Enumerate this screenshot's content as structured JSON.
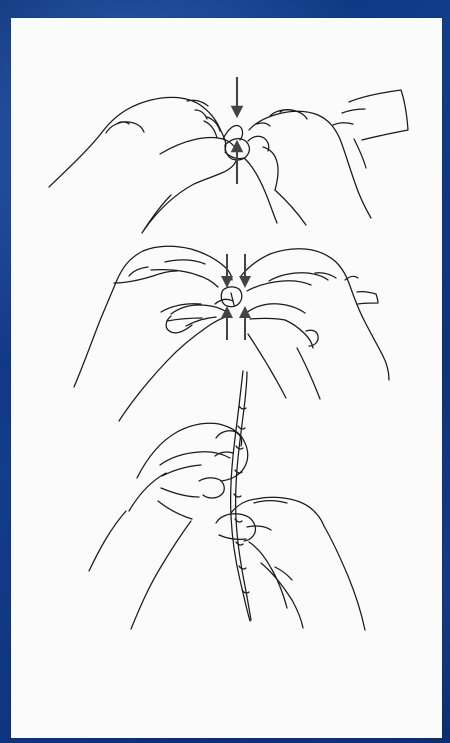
{
  "figure": {
    "panels": [
      {
        "name": "panel-1"
      },
      {
        "name": "panel-2"
      },
      {
        "name": "panel-3"
      }
    ],
    "colors": {
      "frame": "#0b2f74",
      "paper": "#fbfbfb",
      "ink": "#1a1a1a"
    },
    "icons": {
      "arrow": "arrow-icon"
    }
  }
}
